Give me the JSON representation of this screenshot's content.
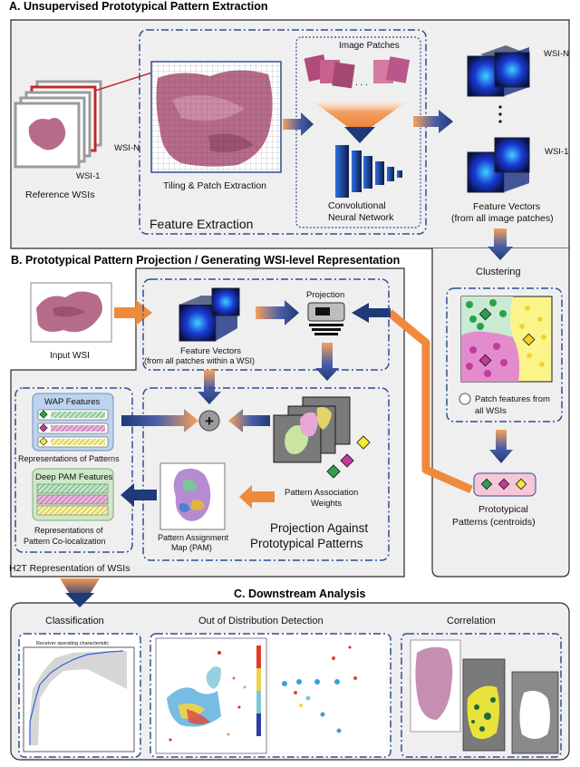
{
  "section_a": {
    "title": "A. Unsupervised Prototypical Pattern Extraction",
    "wsi_n_label": "WSI-N",
    "wsi_1_label": "WSI-1",
    "reference_wsis": "Reference WSIs",
    "tiling": "Tiling & Patch Extraction",
    "image_patches": "Image Patches",
    "ellipsis": ". . .",
    "feature_extraction": "Feature Extraction",
    "cnn_line1": "Convolutional",
    "cnn_line2": "Neural Network",
    "fv_wsi_n": "WSI-N",
    "fv_wsi_1": "WSI-1",
    "feature_vectors_line1": "Feature Vectors",
    "feature_vectors_line2": "(from all image patches)"
  },
  "clustering": {
    "title": "Clustering",
    "legend_line1": "Patch features from",
    "legend_line2": "all WSIs",
    "prototypes_line1": "Prototypical",
    "prototypes_line2": "Patterns (centroids)"
  },
  "section_b": {
    "title": "B. Prototypical Pattern Projection / Generating WSI-level Representation",
    "input_wsi": "Input WSI",
    "projection": "Projection",
    "fv_line1": "Feature Vectors",
    "fv_line2": "(from all patches within a WSI)",
    "plus": "+",
    "wap_features": "WAP Features",
    "rep_patterns": "Representations of Patterns",
    "deep_pam": "Deep PAM Features",
    "rep_coloc_line1": "Representations of",
    "rep_coloc_line2": "Pattern Co-localization",
    "paw_line1": "Pattern Association",
    "paw_line2": "Weights",
    "pam_line1": "Pattern Assignment",
    "pam_line2": "Map (PAM)",
    "projection_against_line1": "Projection Against",
    "projection_against_line2": "Prototypical Patterns",
    "h2t": "H2T Representation of WSIs"
  },
  "section_c": {
    "title": "C. Downstream Analysis",
    "classification": "Classification",
    "roc_title": "Receiver operating characteristic",
    "ood": "Out of Distribution Detection",
    "correlation": "Correlation"
  },
  "colors": {
    "panel_fill": "#efefef",
    "dashed_blue": "#2f4d96",
    "arrow_navy": "#1f3a78",
    "arrow_orange": "#ef8a3c",
    "tissue": "#b76b8a",
    "cluster_green": "#c9ead3",
    "cluster_pink": "#e38ccd",
    "cluster_yellow": "#fbf48a"
  }
}
